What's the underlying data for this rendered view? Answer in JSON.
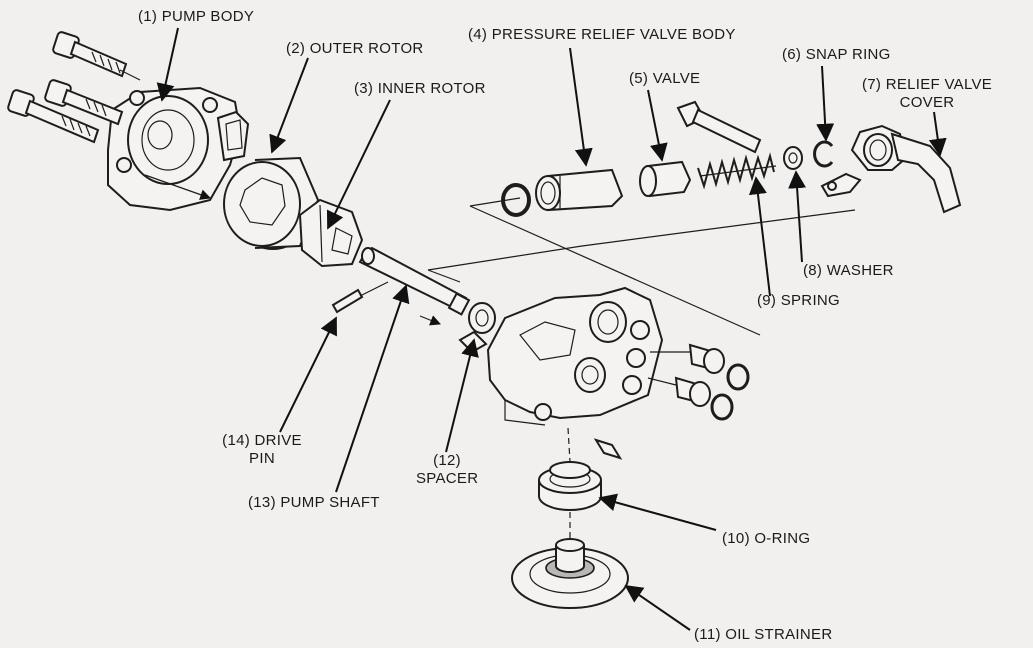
{
  "labels": {
    "pump_body": "(1) PUMP BODY",
    "outer_rotor": "(2) OUTER ROTOR",
    "inner_rotor": "(3) INNER ROTOR",
    "prv_body": "(4) PRESSURE RELIEF VALVE BODY",
    "valve": "(5) VALVE",
    "snap_ring": "(6) SNAP RING",
    "relief_cover_1": "(7) RELIEF VALVE",
    "relief_cover_2": "COVER",
    "washer": "(8) WASHER",
    "spring": "(9) SPRING",
    "o_ring": "(10) O-RING",
    "oil_strainer": "(11) OIL STRAINER",
    "spacer_1": "(12)",
    "spacer_2": "SPACER",
    "pump_shaft": "(13) PUMP SHAFT",
    "drive_pin_1": "(14) DRIVE",
    "drive_pin_2": "PIN"
  }
}
